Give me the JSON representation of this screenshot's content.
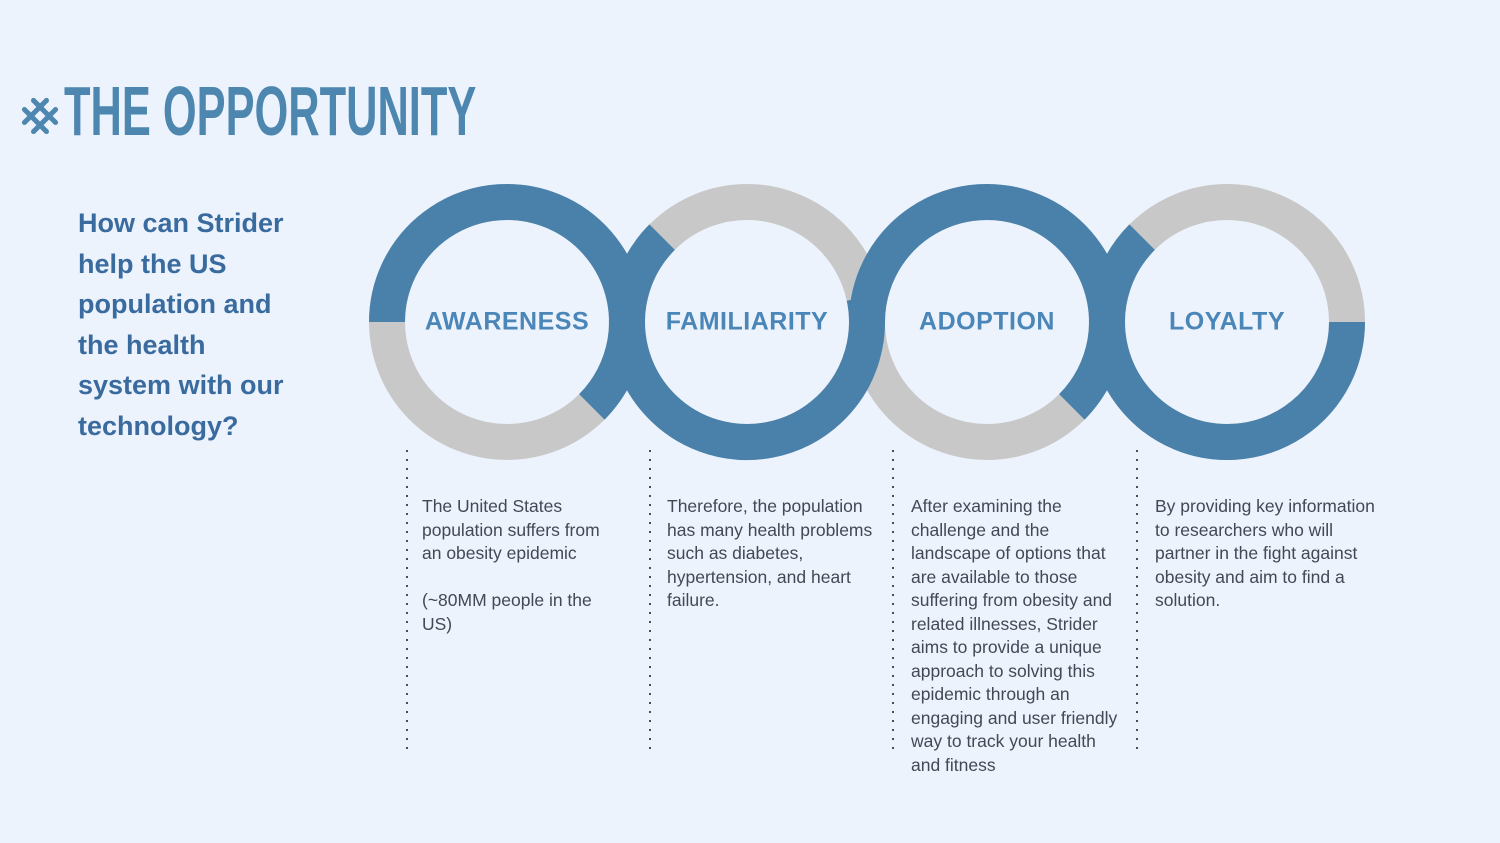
{
  "title": "THE OPPORTUNITY",
  "question": {
    "lines": [
      "How can Strider",
      "help the US",
      "population and",
      "the health",
      "system with our",
      "technology?"
    ]
  },
  "stages": [
    {
      "label": "AWARENESS",
      "description": "The United States population suffers from an obesity epidemic",
      "note": "(~80MM people in the US)"
    },
    {
      "label": "FAMILIARITY",
      "description": "Therefore, the population has many health problems such as diabetes, hypertension, and heart failure."
    },
    {
      "label": "ADOPTION",
      "description": "After examining the challenge and the landscape of options that are available to those suffering from obesity and related illnesses, Strider aims to provide a unique approach to solving this epidemic through an engaging and user friendly way to track your health and fitness"
    },
    {
      "label": "LOYALTY",
      "description": "By providing key information to researchers who will partner in the fight against obesity and aim to find a solution."
    }
  ],
  "theme": {
    "background": "#edf3fd",
    "ring_blue": "#4a81aa",
    "ring_gray": "#c8c8c8",
    "title_color": "#4d87b0",
    "question_color": "#3a6b9e",
    "label_color": "#4a86b8",
    "body_color": "#414956",
    "dot_color": "#4d4d4d"
  }
}
